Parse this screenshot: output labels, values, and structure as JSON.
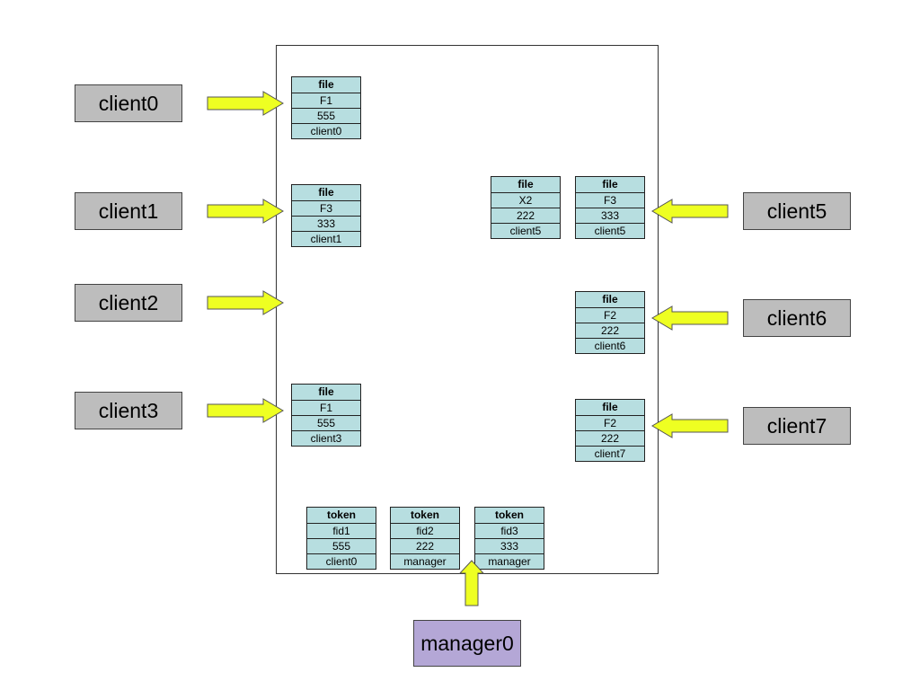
{
  "clients_left": [
    {
      "label": "client0"
    },
    {
      "label": "client1"
    },
    {
      "label": "client2"
    },
    {
      "label": "client3"
    }
  ],
  "clients_right": [
    {
      "label": "client5"
    },
    {
      "label": "client6"
    },
    {
      "label": "client7"
    }
  ],
  "manager": {
    "label": "manager0"
  },
  "files": [
    {
      "header": "file",
      "name": "F1",
      "value": "555",
      "owner": "client0"
    },
    {
      "header": "file",
      "name": "F3",
      "value": "333",
      "owner": "client1"
    },
    {
      "header": "file",
      "name": "F1",
      "value": "555",
      "owner": "client3"
    },
    {
      "header": "file",
      "name": "X2",
      "value": "222",
      "owner": "client5"
    },
    {
      "header": "file",
      "name": "F3",
      "value": "333",
      "owner": "client5"
    },
    {
      "header": "file",
      "name": "F2",
      "value": "222",
      "owner": "client6"
    },
    {
      "header": "file",
      "name": "F2",
      "value": "222",
      "owner": "client7"
    }
  ],
  "tokens": [
    {
      "header": "token",
      "name": "fid1",
      "value": "555",
      "owner": "client0"
    },
    {
      "header": "token",
      "name": "fid2",
      "value": "222",
      "owner": "manager"
    },
    {
      "header": "token",
      "name": "fid3",
      "value": "333",
      "owner": "manager"
    }
  ],
  "colors": {
    "client_fill": "#bdbdbd",
    "manager_fill": "#b4a7d6",
    "tuple_fill": "#b7dee0",
    "arrow_fill": "#eeff22"
  }
}
